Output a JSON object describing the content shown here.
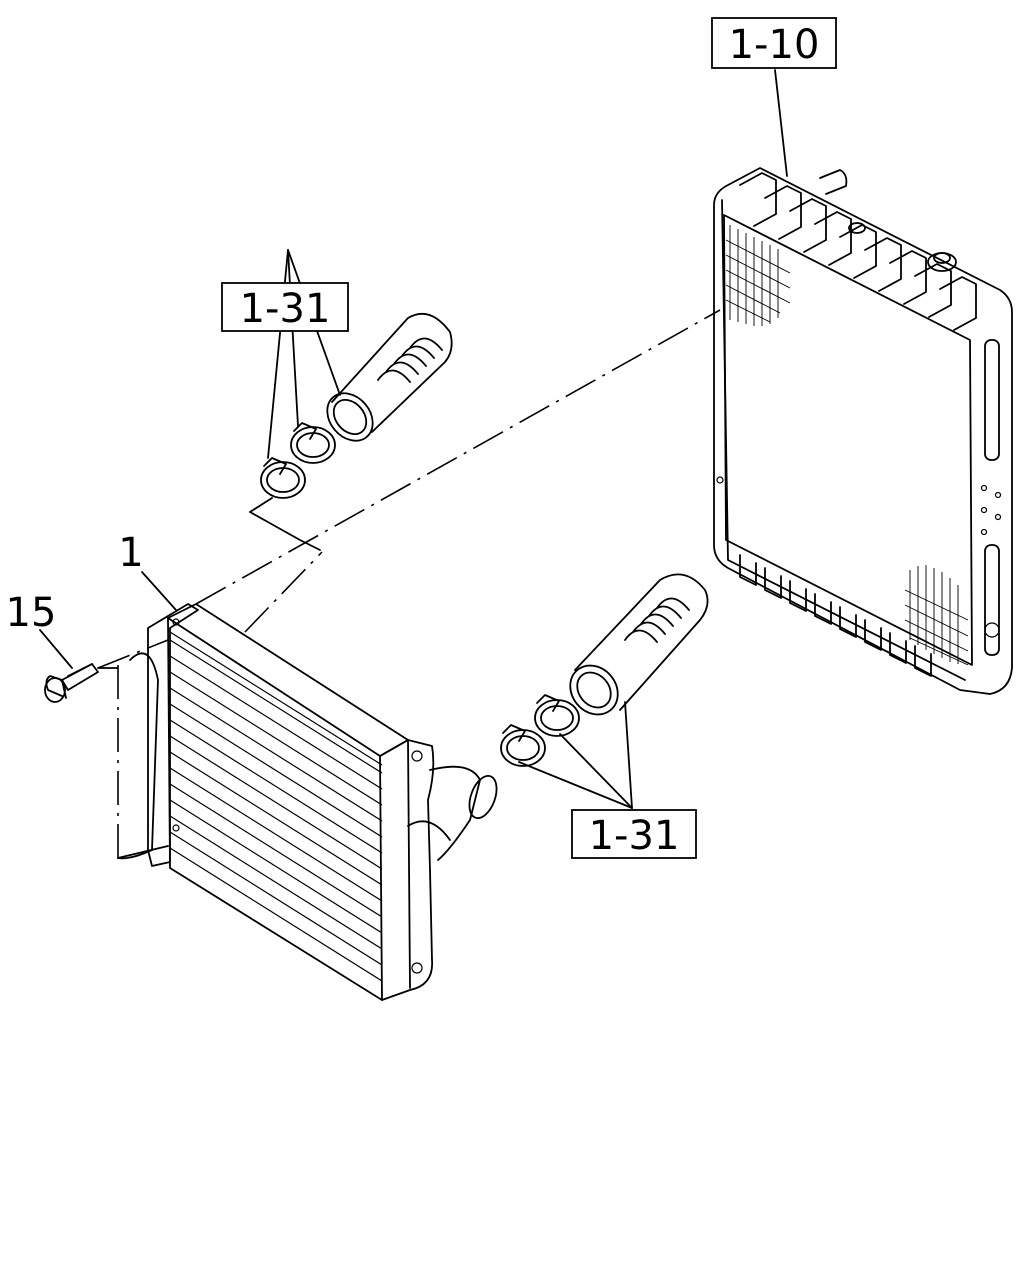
{
  "callouts": {
    "radiator_ref": "1-10",
    "hose_upper_ref": "1-31",
    "hose_lower_ref": "1-31",
    "intercooler_item": "1",
    "bolt_item": "15"
  },
  "colors": {
    "line": "#000000",
    "background": "#ffffff"
  }
}
